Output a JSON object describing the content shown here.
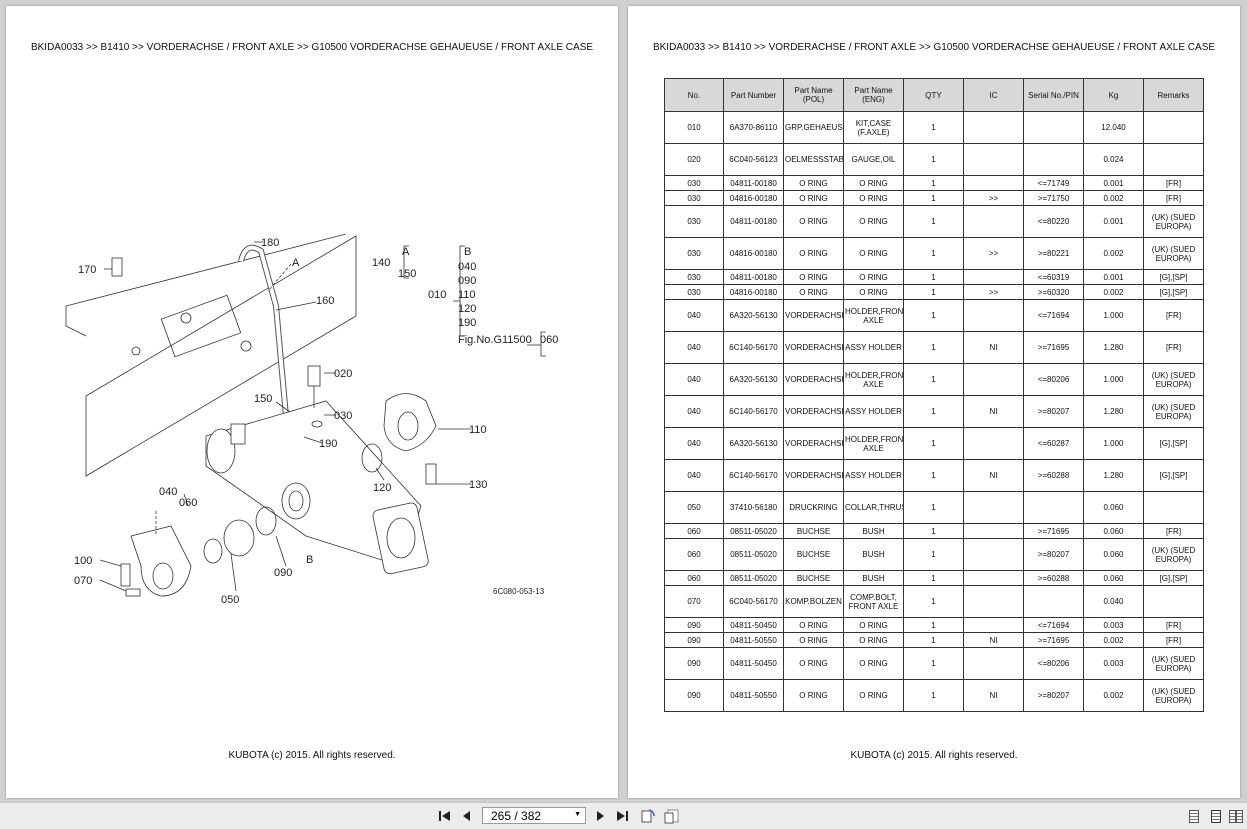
{
  "left_page": {
    "breadcrumb": "BKIDA0033 >> B1410 >> VORDERACHSE / FRONT AXLE >> G10500   VORDERACHSE GEHAUEUSE / FRONT AXLE CASE",
    "footer": "KUBOTA (c) 2015. All rights reserved.",
    "diagram": {
      "callouts": {
        "c180": "180",
        "c170": "170",
        "cA1": "A",
        "c160": "160",
        "c020": "020",
        "c150": "150",
        "c030": "030",
        "c190": "190",
        "c110": "110",
        "c120": "120",
        "c130": "130",
        "c040": "040",
        "c060": "060",
        "c100": "100",
        "c070": "070",
        "c090": "090",
        "c050": "050",
        "cB1": "B",
        "c140": "140",
        "cA2": "A",
        "c150b": "150",
        "cB2": "B",
        "c040b": "040",
        "c090b": "090",
        "c010": "010",
        "c110b": "110",
        "c120b": "120",
        "c190b": "190",
        "fig": "Fig.No.G11500",
        "c060b": "060"
      },
      "drawing_code": "6C080-053-13"
    }
  },
  "right_page": {
    "breadcrumb": "BKIDA0033 >> B1410 >> VORDERACHSE / FRONT AXLE >> G10500   VORDERACHSE GEHAUEUSE / FRONT AXLE CASE",
    "footer": "KUBOTA (c) 2015. All rights reserved.",
    "table": {
      "headers": [
        "No.",
        "Part Number",
        "Part Name\n(POL)",
        "Part Name\n(ENG)",
        "QTY",
        "IC",
        "Serial No./PIN",
        "Kg",
        "Remarks"
      ],
      "rows": [
        [
          "010",
          "6A370-86110",
          "GRP.GEHAEUSE",
          "KIT,CASE (F.AXLE)",
          "1",
          "",
          "",
          "12.040",
          ""
        ],
        [
          "020",
          "6C040-56123",
          "OELMESSSTAB",
          "GAUGE,OIL",
          "1",
          "",
          "",
          "0.024",
          ""
        ],
        [
          "030",
          "04811-00180",
          "O RING",
          "O RING",
          "1",
          "",
          "<=71749",
          "0.001",
          "[FR]"
        ],
        [
          "030",
          "04816-00180",
          "O RING",
          "O RING",
          "1",
          ">>",
          ">=71750",
          "0.002",
          "[FR]"
        ],
        [
          "030",
          "04811-00180",
          "O RING",
          "O RING",
          "1",
          "",
          "<=80220",
          "0.001",
          "(UK) (SUED EUROPA)"
        ],
        [
          "030",
          "04816-00180",
          "O RING",
          "O RING",
          "1",
          ">>",
          ">=80221",
          "0.002",
          "(UK) (SUED EUROPA)"
        ],
        [
          "030",
          "04811-00180",
          "O RING",
          "O RING",
          "1",
          "",
          "<=60319",
          "0.001",
          "[G],[SP]"
        ],
        [
          "030",
          "04816-00180",
          "O RING",
          "O RING",
          "1",
          ">>",
          ">=60320",
          "0.002",
          "[G],[SP]"
        ],
        [
          "040",
          "6A320-56130",
          "VORDERACHSKONSOLE",
          "HOLDER,FRONT AXLE",
          "1",
          "",
          "<=71694",
          "1.000",
          "[FR]"
        ],
        [
          "040",
          "6C140-56170",
          "VORDERACHSKONSOLE",
          "ASSY HOLDER",
          "1",
          "NI",
          ">=71695",
          "1.280",
          "[FR]"
        ],
        [
          "040",
          "6A320-56130",
          "VORDERACHSKONSOLE",
          "HOLDER,FRONT AXLE",
          "1",
          "",
          "<=80206",
          "1.000",
          "(UK) (SUED EUROPA)"
        ],
        [
          "040",
          "6C140-56170",
          "VORDERACHSKONSOLE",
          "ASSY HOLDER",
          "1",
          "NI",
          ">=80207",
          "1.280",
          "(UK) (SUED EUROPA)"
        ],
        [
          "040",
          "6A320-56130",
          "VORDERACHSKONSOLE",
          "HOLDER,FRONT AXLE",
          "1",
          "",
          "<=60287",
          "1.000",
          "[G],[SP]"
        ],
        [
          "040",
          "6C140-56170",
          "VORDERACHSKONSOLE",
          "ASSY HOLDER",
          "1",
          "NI",
          ">=60288",
          "1.280",
          "[G],[SP]"
        ],
        [
          "050",
          "37410-56180",
          "DRUCKRING",
          "COLLAR,THRUST",
          "1",
          "",
          "",
          "0.060",
          ""
        ],
        [
          "060",
          "08511-05020",
          "BUCHSE",
          "BUSH",
          "1",
          "",
          ">=71695",
          "0.060",
          "[FR]"
        ],
        [
          "060",
          "08511-05020",
          "BUCHSE",
          "BUSH",
          "1",
          "",
          ">=80207",
          "0.060",
          "(UK) (SUED EUROPA)"
        ],
        [
          "060",
          "08511-05020",
          "BUCHSE",
          "BUSH",
          "1",
          "",
          ">=60288",
          "0.060",
          "[G],[SP]"
        ],
        [
          "070",
          "6C040-56170",
          "KOMP.BOLZEN",
          "COMP.BOLT, FRONT AXLE",
          "1",
          "",
          "",
          "0.040",
          ""
        ],
        [
          "090",
          "04811-50450",
          "O RING",
          "O RING",
          "1",
          "",
          "<=71694",
          "0.003",
          "[FR]"
        ],
        [
          "090",
          "04811-50550",
          "O RING",
          "O RING",
          "1",
          "NI",
          ">=71695",
          "0.002",
          "[FR]"
        ],
        [
          "090",
          "04811-50450",
          "O RING",
          "O RING",
          "1",
          "",
          "<=80206",
          "0.003",
          "(UK) (SUED EUROPA)"
        ],
        [
          "090",
          "04811-50550",
          "O RING",
          "O RING",
          "1",
          "NI",
          ">=80207",
          "0.002",
          "(UK) (SUED EUROPA)"
        ]
      ],
      "tall_rows": [
        0,
        1,
        4,
        5,
        8,
        9,
        10,
        11,
        12,
        13,
        14,
        16,
        18,
        21,
        22
      ]
    }
  },
  "toolbar": {
    "page_indicator": "265 / 382",
    "icons": [
      "first-page-icon",
      "prev-page-icon",
      "next-page-icon",
      "last-page-icon",
      "rotate-icon",
      "fit-page-icon",
      "single-page-view-icon",
      "continuous-view-icon",
      "two-page-view-icon"
    ]
  }
}
